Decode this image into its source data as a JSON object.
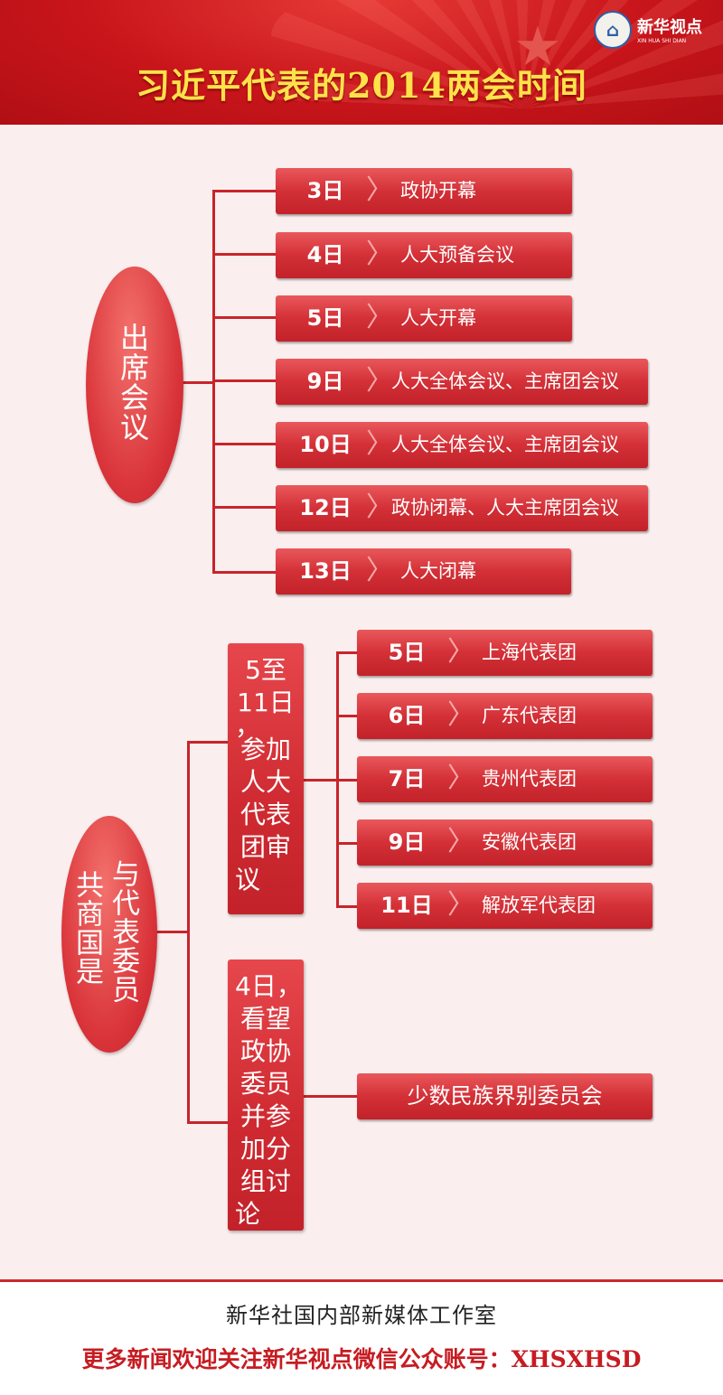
{
  "header": {
    "title": "习近平代表的2014两会时间",
    "logo_text": "新华视点",
    "logo_sub": "XIN HUA SHI DIAN"
  },
  "section1": {
    "label": "出席会议",
    "items": [
      {
        "day": "3日",
        "event": "政协开幕"
      },
      {
        "day": "4日",
        "event": "人大预备会议"
      },
      {
        "day": "5日",
        "event": "人大开幕"
      },
      {
        "day": "9日",
        "event": "人大全体会议、主席团会议"
      },
      {
        "day": "10日",
        "event": "人大全体会议、主席团会议"
      },
      {
        "day": "12日",
        "event": "政协闭幕、人大主席团会议"
      },
      {
        "day": "13日",
        "event": "人大闭幕"
      }
    ]
  },
  "section2": {
    "label_col1": "与代表委员",
    "label_col2": "共商国是",
    "group1": {
      "label_lines": [
        "5至",
        "11日",
        "，",
        "参加",
        "人大",
        "代表",
        "团审",
        "议"
      ],
      "items": [
        {
          "day": "5日",
          "event": "上海代表团"
        },
        {
          "day": "6日",
          "event": "广东代表团"
        },
        {
          "day": "7日",
          "event": "贵州代表团"
        },
        {
          "day": "9日",
          "event": "安徽代表团"
        },
        {
          "day": "11日",
          "event": "解放军代表团"
        }
      ]
    },
    "group2": {
      "label_lines": [
        "4日，",
        "看望",
        "政协",
        "委员",
        "并参",
        "加分",
        "组讨",
        "论"
      ],
      "item": "少数民族界别委员会"
    }
  },
  "footer": {
    "line1": "新华社国内部新媒体工作室",
    "line2": "更多新闻欢迎关注新华视点微信公众账号：XHSXHSD"
  }
}
